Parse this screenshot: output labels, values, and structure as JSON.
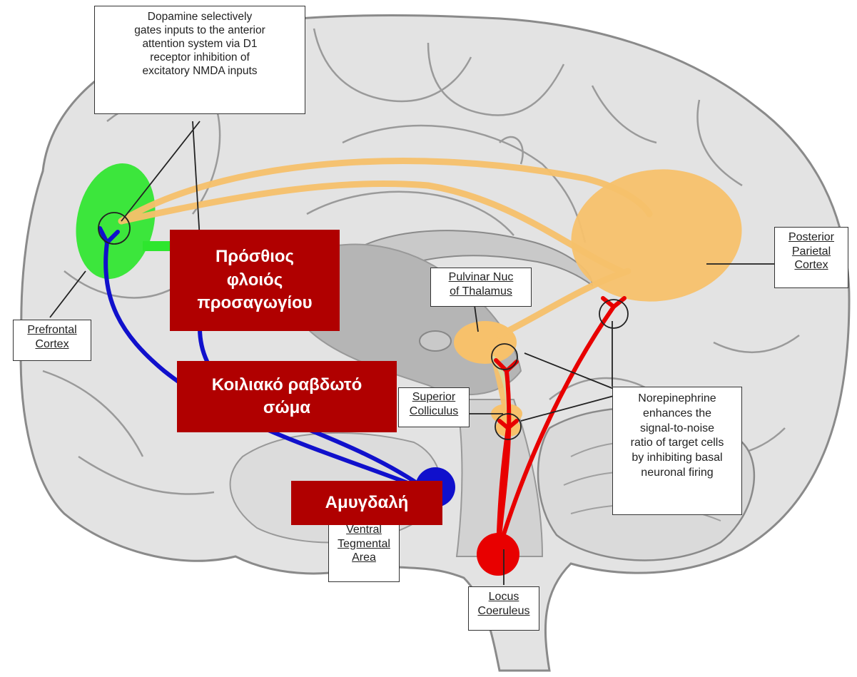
{
  "colors": {
    "brain_fill": "#e3e3e3",
    "brain_outline": "#8a8a8a",
    "thalamus_gray": "#b5b5b5",
    "prefrontal_green": "#2ee62e",
    "parietal_orange": "#f7c16b",
    "dopamine_blue": "#1010cc",
    "norepinephrine_red": "#e80000",
    "highlight_box": "#b00000"
  },
  "labels": {
    "dopamine_note": [
      "Dopamine selectively",
      "gates inputs to the anterior",
      "attention system via D1",
      "receptor inhibition of",
      "excitatory NMDA inputs"
    ],
    "prefrontal": [
      "Prefrontal",
      "Cortex"
    ],
    "posterior_parietal": [
      "Posterior",
      "Parietal",
      "Cortex"
    ],
    "pulvinar": [
      "Pulvinar Nuc",
      "of Thalamus"
    ],
    "superior_colliculus": [
      "Superior",
      "Colliculus"
    ],
    "norepinephrine_note": [
      "Norepinephrine",
      "enhances the",
      "signal-to-noise",
      "ratio of target cells",
      "by inhibiting basal",
      "neuronal firing"
    ],
    "vta": [
      "Ventral",
      "Tegmental",
      "Area"
    ],
    "locus": [
      "Locus",
      "Coeruleus"
    ]
  },
  "overlays": {
    "anterior_cingulate": [
      "Πρόσθιος",
      "φλοιός",
      "προσαγωγίου"
    ],
    "ventral_striatum": [
      "Κοιλιακό ραβδωτό",
      "σώμα"
    ],
    "amygdala": "Αμυγδαλή"
  }
}
